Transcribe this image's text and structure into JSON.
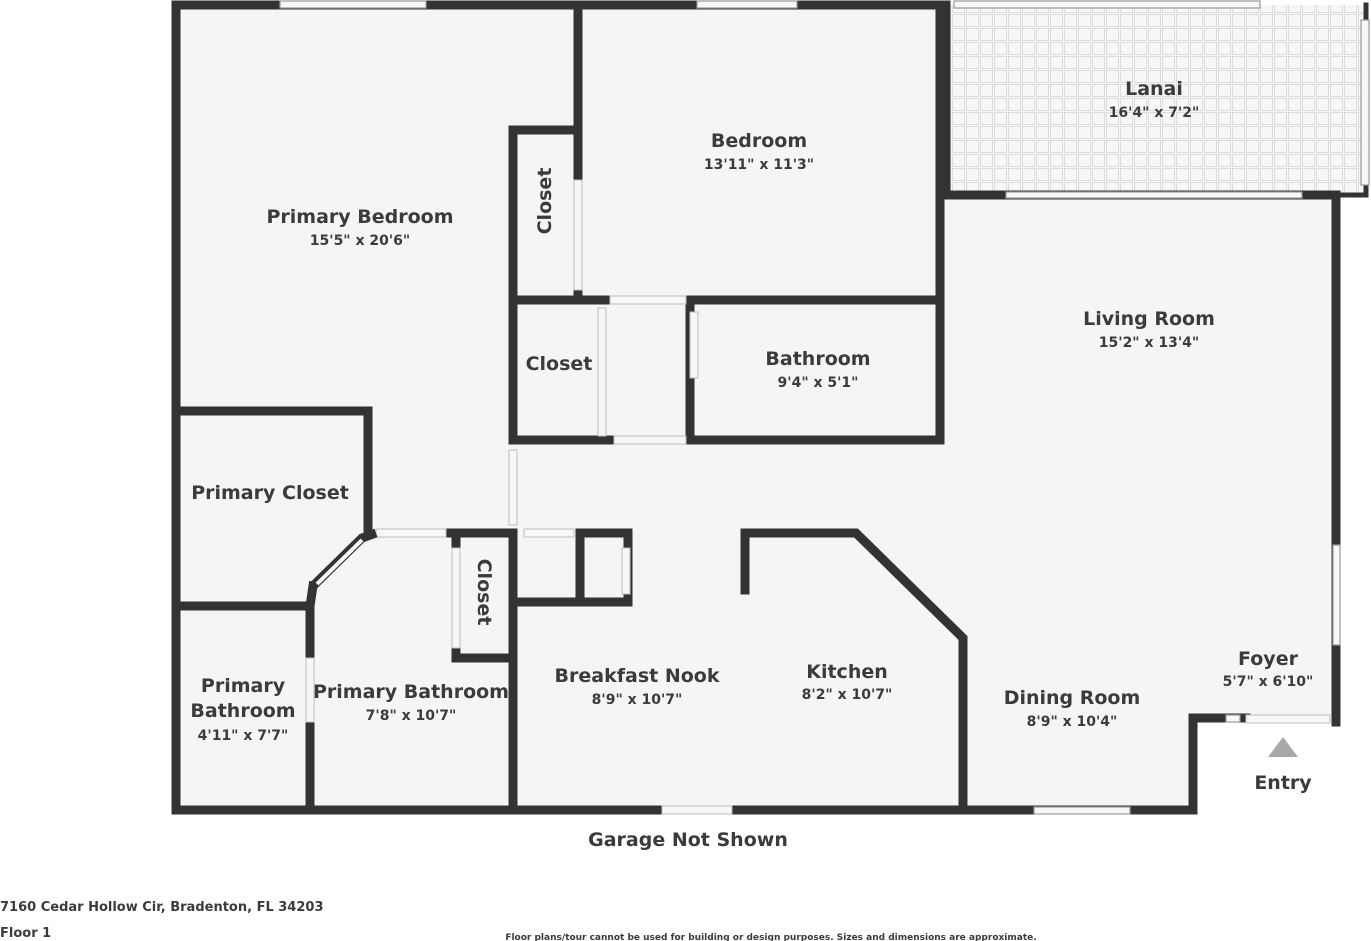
{
  "rooms": [
    {
      "id": "primary-bedroom",
      "name": "Primary Bedroom",
      "dim": "15'5\" x 20'6\""
    },
    {
      "id": "bedroom",
      "name": "Bedroom",
      "dim": "13'11\" x 11'3\""
    },
    {
      "id": "lanai",
      "name": "Lanai",
      "dim": "16'4\" x 7'2\""
    },
    {
      "id": "living-room",
      "name": "Living Room",
      "dim": "15'2\" x 13'4\""
    },
    {
      "id": "closet-1",
      "name": "Closet",
      "dim": ""
    },
    {
      "id": "closet-2",
      "name": "Closet",
      "dim": ""
    },
    {
      "id": "bathroom",
      "name": "Bathroom",
      "dim": "9'4\" x 5'1\""
    },
    {
      "id": "primary-closet",
      "name": "Primary Closet",
      "dim": ""
    },
    {
      "id": "closet-3",
      "name": "Closet",
      "dim": ""
    },
    {
      "id": "primary-bathroom-small",
      "name_line1": "Primary",
      "name_line2": "Bathroom",
      "dim": "4'11\" x 7'7\""
    },
    {
      "id": "primary-bathroom",
      "name": "Primary Bathroom",
      "dim": "7'8\" x 10'7\""
    },
    {
      "id": "breakfast-nook",
      "name": "Breakfast Nook",
      "dim": "8'9\" x 10'7\""
    },
    {
      "id": "kitchen",
      "name": "Kitchen",
      "dim": "8'2\" x 10'7\""
    },
    {
      "id": "dining-room",
      "name": "Dining Room",
      "dim": "8'9\" x 10'4\""
    },
    {
      "id": "foyer",
      "name": "Foyer",
      "dim": "5'7\" x 6'10\""
    }
  ],
  "entry_label": "Entry",
  "garage_note": "Garage Not Shown",
  "address": "7160 Cedar Hollow Cir, Bradenton, FL 34203",
  "floor_label": "Floor 1",
  "disclaimer": "Floor plans/tour cannot be used for building or design purposes. Sizes and dimensions are approximate.",
  "colors": {
    "wall": "#333333",
    "floor": "#f5f5f5",
    "text": "#3b3b3b",
    "lanai_grid": "#dedede"
  }
}
